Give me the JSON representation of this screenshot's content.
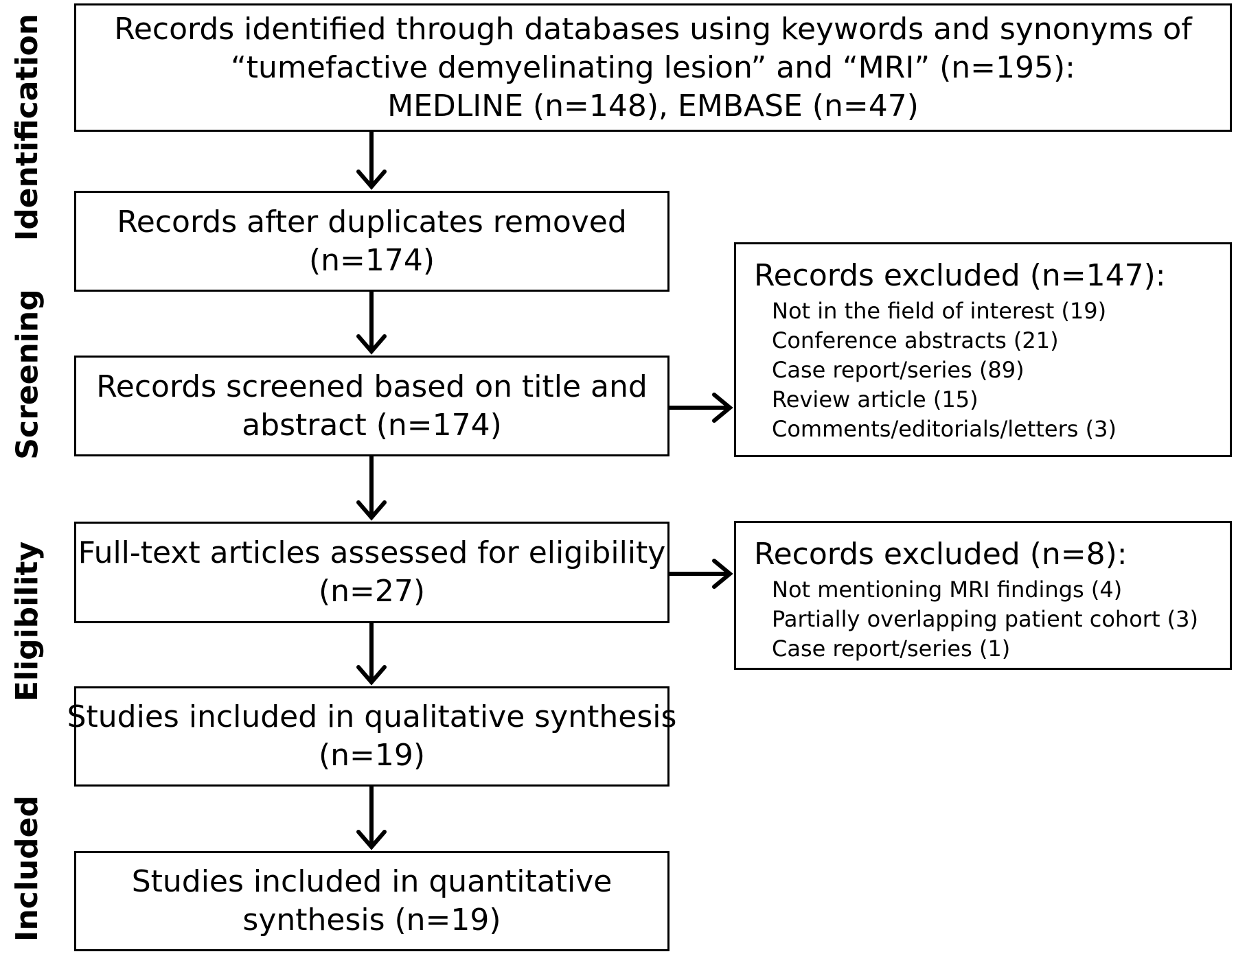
{
  "stages": [
    {
      "label": "Identification"
    },
    {
      "label": "Screening"
    },
    {
      "label": "Eligibility"
    },
    {
      "label": "Included"
    }
  ],
  "identification_box": {
    "lines": [
      "Records identified through databases using keywords and synonyms of",
      "“tumefactive demyelinating lesion” and “MRI” (n=195):",
      "MEDLINE (n=148), EMBASE (n=47)"
    ]
  },
  "duplicates_box": {
    "lines": [
      "Records after duplicates removed",
      "(n=174)"
    ]
  },
  "screened_box": {
    "lines": [
      "Records screened based on title and",
      "abstract (n=174)"
    ]
  },
  "screening_excluded": {
    "title": "Records excluded (n=147):",
    "items": [
      "Not in the field of interest (19)",
      "Conference abstracts (21)",
      "Case report/series (89)",
      "Review article (15)",
      "Comments/editorials/letters (3)"
    ]
  },
  "fulltext_box": {
    "lines": [
      "Full-text articles assessed for eligibility",
      "(n=27)"
    ]
  },
  "eligibility_excluded": {
    "title": "Records excluded (n=8):",
    "items": [
      "Not mentioning MRI findings (4)",
      "Partially overlapping patient cohort (3)",
      "Case report/series (1)"
    ]
  },
  "qualitative_box": {
    "lines": [
      "Studies included in qualitative synthesis",
      "(n=19)"
    ]
  },
  "quantitative_box": {
    "lines": [
      "Studies included in quantitative",
      "synthesis (n=19)"
    ]
  }
}
